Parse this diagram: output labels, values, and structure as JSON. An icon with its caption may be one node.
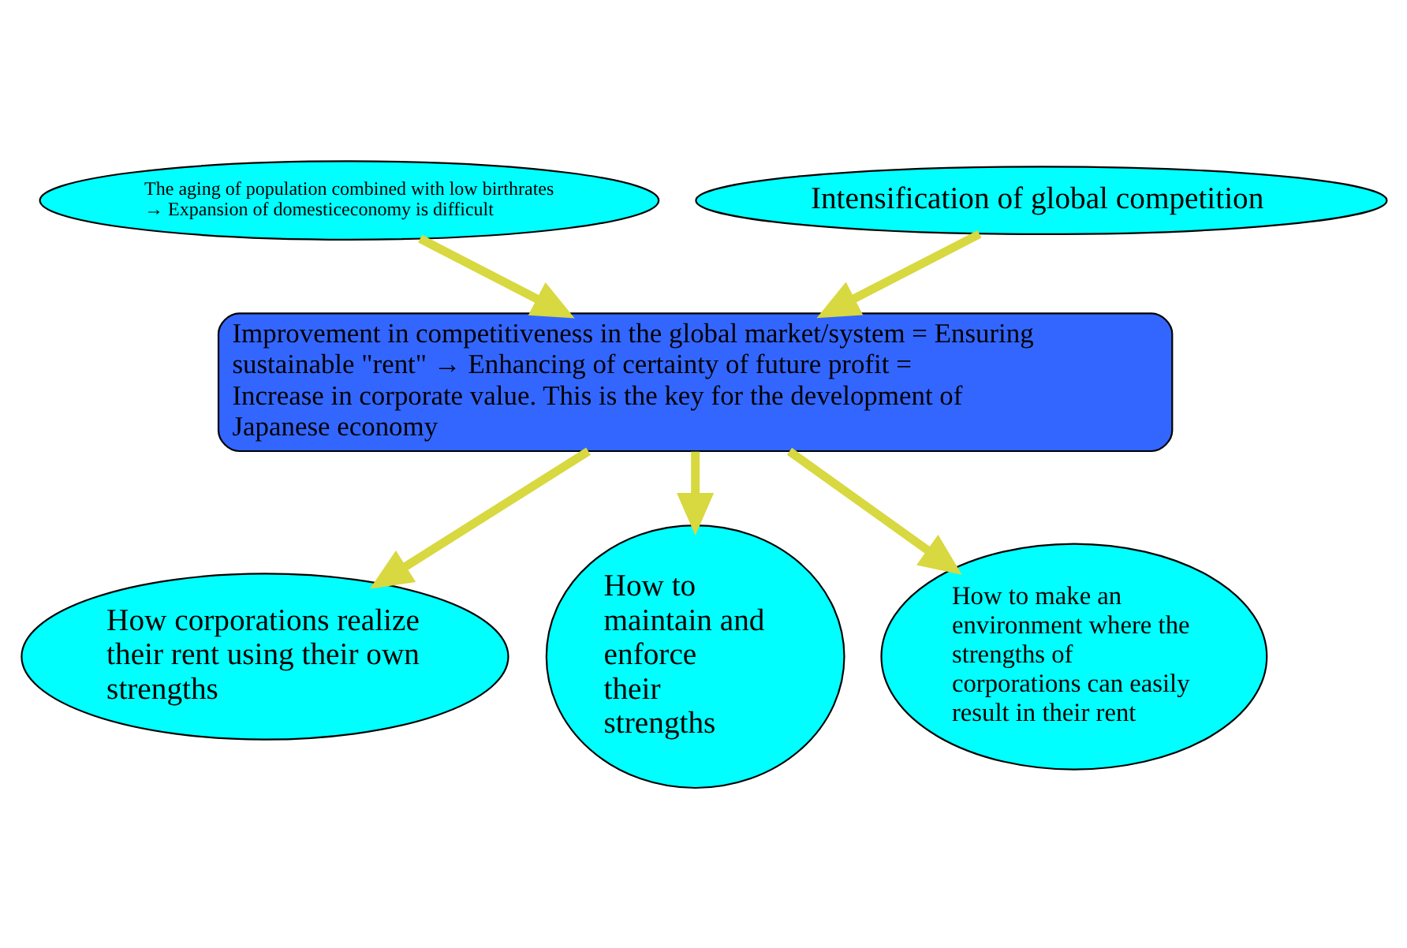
{
  "diagram": {
    "nodes": [
      {
        "text": [
          "The aging of population combined with low birthrates → Expansion of domesticeconomy is difficult"
        ]
      },
      {
        "text": [
          "Intensification of global competition"
        ]
      },
      {
        "text": [
          "Improvement in competitiveness in the global market/system = Ensuring sustainable \"rent\" → Enhancing of certainty of future profit = Increase in corporate value. This is the key for the development of Japanese economy"
        ]
      },
      {
        "text": [
          "How corporations realize their rent using their own strengths"
        ]
      },
      {
        "text": [
          "How to maintain and enforce their strengths"
        ]
      },
      {
        "text": [
          "How to make an environment where the strengths of corporations can easily result in their rent"
        ]
      }
    ],
    "edges": [
      {
        "from": 0,
        "to": 2,
        "arrow": "to"
      },
      {
        "from": 1,
        "to": 2,
        "arrow": "to"
      },
      {
        "from": 2,
        "to": 3,
        "arrow": "to"
      },
      {
        "from": 2,
        "to": 4,
        "arrow": "to"
      },
      {
        "from": 2,
        "to": 5,
        "arrow": "to"
      }
    ]
  }
}
